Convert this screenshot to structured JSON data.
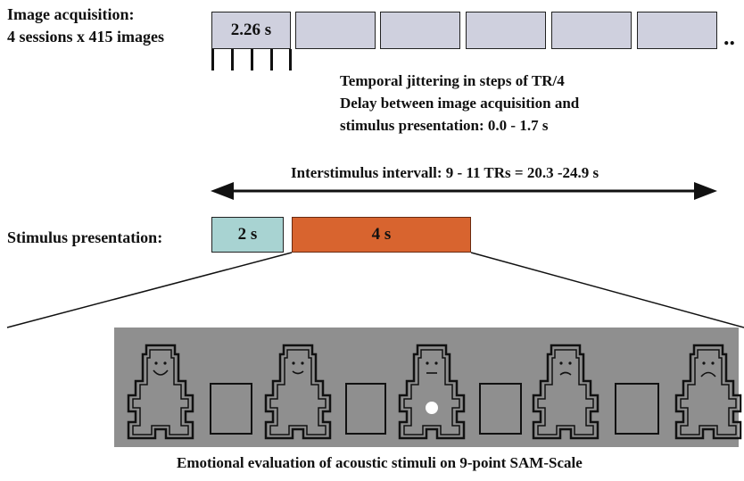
{
  "image_acquisition": {
    "title": "Image acquisition:",
    "subtitle": "4 sessions x 415 images",
    "first_block_label": "2.26 s",
    "ellipsis": ".."
  },
  "jitter_note": {
    "line1": "Temporal jittering in steps of  TR/4",
    "line2": "Delay between image acquisition and",
    "line3": "stimulus   presentation:  0.0   -  1.7  s"
  },
  "interstimulus": {
    "label": "Interstimulus intervall: 9 - 11 TRs = 20.3 -24.9 s"
  },
  "stimulus": {
    "title": "Stimulus presentation:",
    "block1_label": "2 s",
    "block2_label": "4 s"
  },
  "sam_scale": {
    "caption": "Emotional evaluation of  acoustic stimuli on 9-point SAM-Scale",
    "figure_count": 5,
    "expressions": [
      "very-happy",
      "happy",
      "neutral",
      "sad",
      "very-sad"
    ]
  },
  "colors": {
    "acq_block": "#cfd0de",
    "stim_block_1": "#a8d3d2",
    "stim_block_2": "#d8642f",
    "sam_background": "#8f8f8f"
  }
}
